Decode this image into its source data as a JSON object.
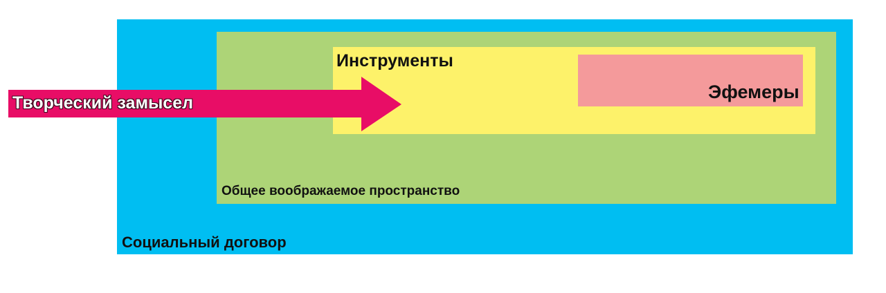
{
  "diagram": {
    "social_contract": {
      "label": "Социальный договор",
      "color": "#00bef2"
    },
    "shared_imagined_space": {
      "label": "Общее воображаемое пространство",
      "color": "#add477"
    },
    "tools": {
      "label": "Инструменты",
      "color": "#fdf26a"
    },
    "ephemera": {
      "label": "Эфемеры",
      "color": "#f49a9b"
    },
    "creative_intent": {
      "label": "Творческий замысел",
      "color": "#e80d66"
    }
  }
}
